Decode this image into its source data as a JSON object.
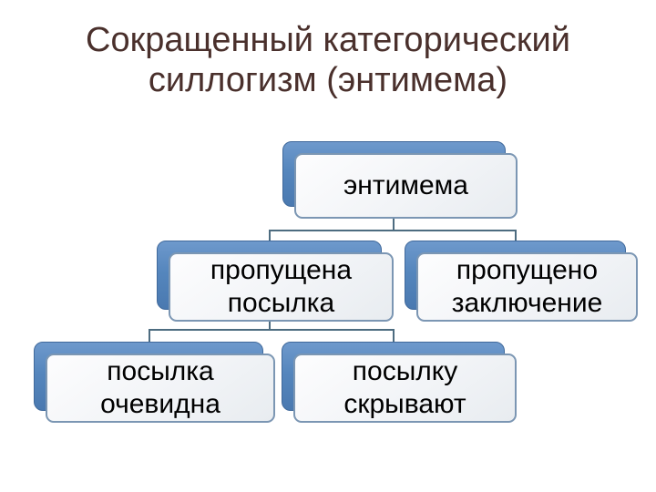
{
  "slide": {
    "title": {
      "line1": "Сокращенный категорический",
      "line2": "силлогизм (энтимема)"
    }
  },
  "diagram": {
    "type": "hierarchy",
    "nodes": {
      "root": {
        "line1": "энтимема"
      },
      "missing_premise": {
        "line1": "пропущена",
        "line2": "посылка"
      },
      "missing_conclusion": {
        "line1": "пропущено",
        "line2": "заключение"
      },
      "premise_obvious": {
        "line1": "посылка",
        "line2": "очевидна"
      },
      "premise_hidden": {
        "line1": "посылку",
        "line2": "скрывают"
      }
    },
    "edges": [
      "энтимема → пропущена посылка",
      "энтимема → пропущено заключение",
      "пропущена посылка → посылка очевидна",
      "пропущена посылка → посылку скрывают"
    ]
  },
  "colors": {
    "background": "#ffffff",
    "accent_blue": "#4f81bd",
    "panel_fill": "#eef1f5",
    "panel_border": "#7b96b3",
    "connector": "#4d6c80",
    "title_text": "#4a302c",
    "node_text": "#000000"
  }
}
